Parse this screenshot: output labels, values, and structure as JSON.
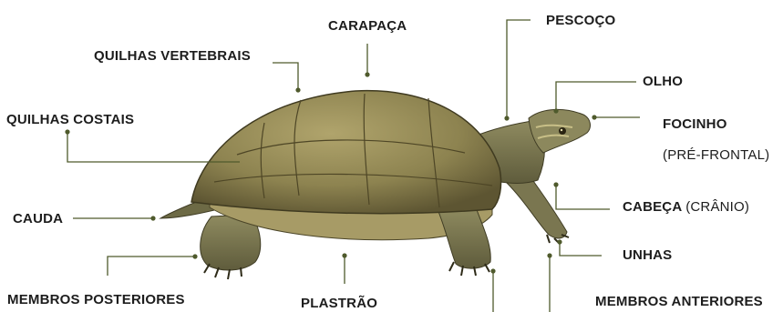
{
  "labels": {
    "carapaca": "CARAPAÇA",
    "pescoco": "PESCOÇO",
    "quilhas_vertebrais": "QUILHAS VERTEBRAIS",
    "olho": "OLHO",
    "focinho": "FOCINHO",
    "focinho_detail": "(PRÉ-FRONTAL)",
    "quilhas_costais": "QUILHAS COSTAIS",
    "cabeca": "CABEÇA",
    "cabeca_detail": "(CRÂNIO)",
    "cauda": "CAUDA",
    "unhas": "UNHAS",
    "membros_posteriores": "MEMBROS POSTERIORES",
    "plastrao": "PLASTRÃO",
    "membros_anteriores": "MEMBROS ANTERIORES"
  },
  "colors": {
    "leader_line": "#4f5a2c",
    "label_text": "#1d1d1d",
    "shell_light": "#9a8f5a",
    "shell_dark": "#5a5230",
    "skin": "#7d7a55"
  }
}
